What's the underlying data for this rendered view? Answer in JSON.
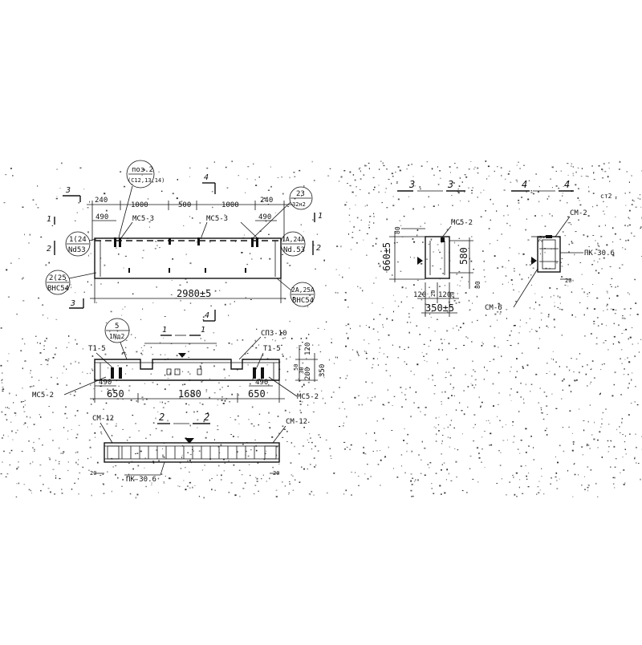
{
  "plan": {
    "sec3_mark": "3",
    "sec4_mark": "4",
    "dims_top": [
      "240",
      "1000",
      "500",
      "1000",
      "240"
    ],
    "dims_inner": [
      "490",
      "490"
    ],
    "labels": [
      "МС5-3",
      "МС5-3"
    ],
    "callouts": {
      "top_left": [
        "поз.2",
        "(С12,13,14)"
      ],
      "top_right": [
        "23",
        "32н2"
      ],
      "left_upper": [
        "1(24",
        "Nd53"
      ],
      "left_lower": [
        "2(25",
        "ВНС54"
      ],
      "right_upper": [
        "1А,24А",
        "Nd.53"
      ],
      "right_lower": [
        "2А,25А",
        "ВНС54"
      ]
    },
    "side_marks": [
      "1",
      "2",
      "1",
      "2",
      "3",
      "4"
    ],
    "overall_dim": "2980±5"
  },
  "section_1": {
    "title_num": "1",
    "callout": [
      "5",
      "1Nд2"
    ],
    "labels_top": [
      "Т1-5",
      "СП3-10",
      "Т1-5"
    ],
    "labels_side": [
      "МС5-2",
      "МС5-2"
    ],
    "dims_inner": [
      "490",
      "490"
    ],
    "dims_bottom": [
      "650",
      "1680",
      "650"
    ],
    "dims_right": [
      "120",
      "50",
      "30",
      "200",
      "350"
    ]
  },
  "section_2": {
    "title_num": "2",
    "labels": [
      "СМ-12",
      "СМ-12",
      "ПК-30.6"
    ],
    "dims": [
      "20",
      "20"
    ]
  },
  "section_3": {
    "title_num": "3",
    "label": "МС5-2",
    "dims_left": [
      "80",
      "660±5"
    ],
    "dims_right": [
      "580"
    ],
    "dims_right_low": [
      "80"
    ],
    "dims_bottom": [
      "120",
      "120",
      "20",
      "20"
    ],
    "dim_total": "350±5"
  },
  "section_4": {
    "title_num": "4",
    "note": "ст2",
    "labels": [
      "СМ-2",
      "ПК-30.6",
      "СМ-6"
    ],
    "dims": [
      "20",
      "20"
    ]
  }
}
